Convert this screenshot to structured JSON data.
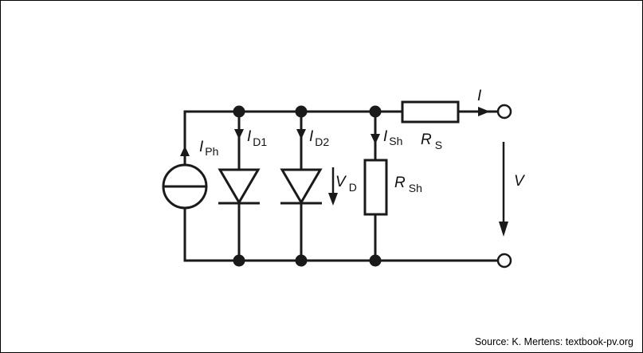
{
  "labels": {
    "photocurrent": {
      "symbol": "I",
      "subscript": "Ph"
    },
    "diode1_current": {
      "symbol": "I",
      "subscript": "D1"
    },
    "diode2_current": {
      "symbol": "I",
      "subscript": "D2"
    },
    "diode_voltage": {
      "symbol": "V",
      "subscript": "D"
    },
    "shunt_current": {
      "symbol": "I",
      "subscript": "Sh"
    },
    "shunt_resistor": {
      "symbol": "R",
      "subscript": "Sh"
    },
    "series_resistor": {
      "symbol": "R",
      "subscript": "S"
    },
    "output_current": {
      "symbol": "I"
    },
    "output_voltage": {
      "symbol": "V"
    }
  },
  "source_credit": "Source: K. Mertens: textbook-pv.org"
}
